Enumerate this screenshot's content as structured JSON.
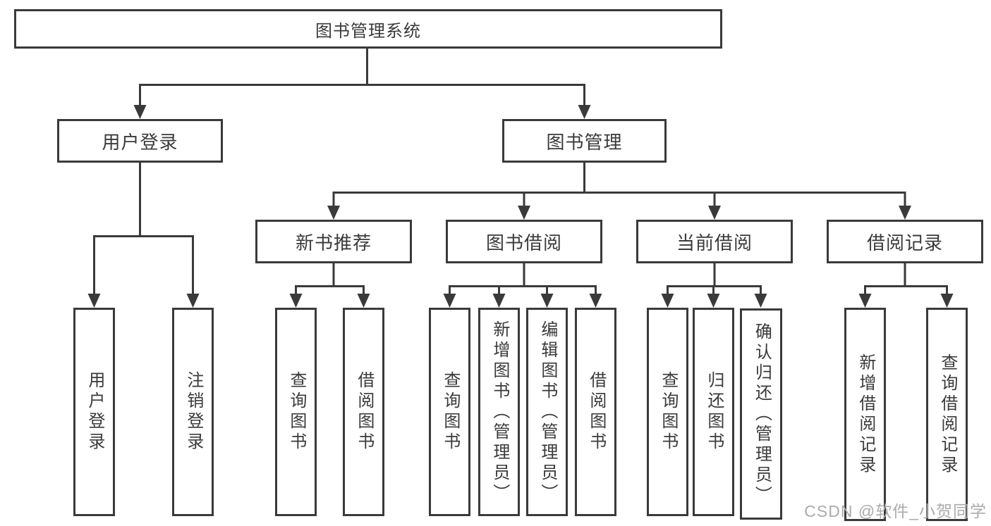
{
  "tree": {
    "root": "图书管理系统",
    "branches": [
      {
        "label": "用户登录",
        "children": [
          "用户登录",
          "注销登录"
        ]
      },
      {
        "label": "图书管理",
        "groups": [
          {
            "label": "新书推荐",
            "children": [
              "查询图书",
              "借阅图书"
            ]
          },
          {
            "label": "图书借阅",
            "children": [
              "查询图书",
              "新增图书（管理员）",
              "编辑图书（管理员）",
              "借阅图书"
            ]
          },
          {
            "label": "当前借阅",
            "children": [
              "查询图书",
              "归还图书",
              "确认归还（管理员）"
            ]
          },
          {
            "label": "借阅记录",
            "children": [
              "新增借阅记录",
              "查询借阅记录"
            ]
          }
        ]
      }
    ]
  },
  "watermark": "CSDN @软件_小贺同学",
  "colors": {
    "line": "#3a3a3a",
    "text": "#3a3a3a",
    "watermark": "#ababab",
    "background": "#ffffff"
  }
}
